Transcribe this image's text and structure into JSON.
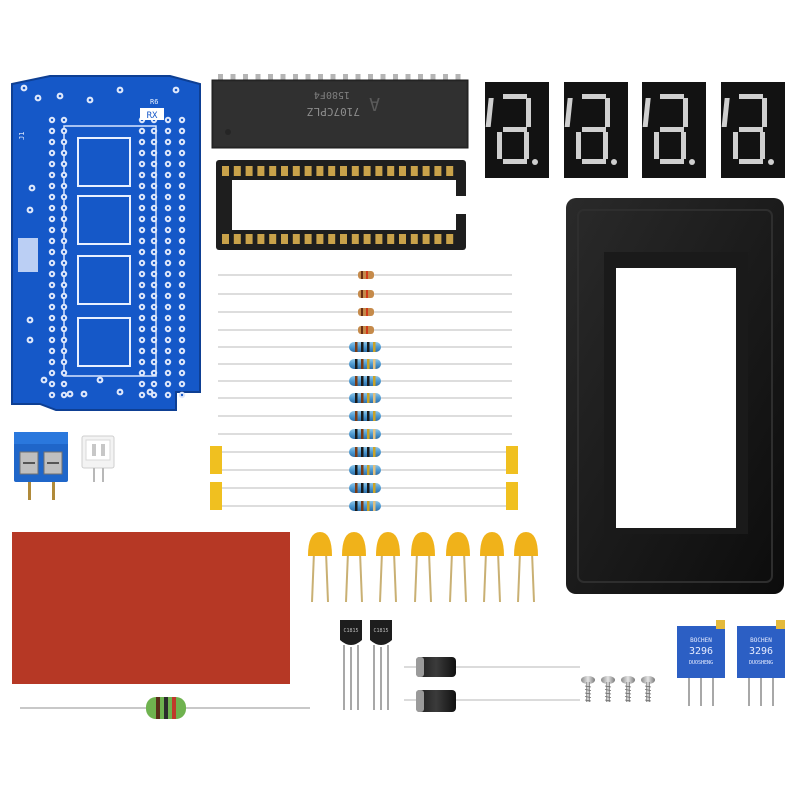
{
  "image": {
    "subject": "electronic DIY kit components on white background",
    "background_color": "#ffffff"
  },
  "pcb": {
    "label_rx": "RX",
    "board_color": "#1558c8",
    "mark_j": "J1",
    "mark_r": "R6"
  },
  "ic_chip": {
    "marking_line1": "7107CPLZ",
    "marking_line2": "1580F4",
    "logo": "A"
  },
  "seven_segment": {
    "count": 4,
    "segment_color": "#cfcfcf"
  },
  "trimpots": {
    "brand": "BOCHEN",
    "model": "3296",
    "code": "DUOSHENG"
  },
  "transistors": {
    "marking": "C1815"
  },
  "colors": {
    "pcb_blue": "#1558c8",
    "bezel_black": "#141414",
    "filter_red": "#b3301d",
    "capacitor_yellow": "#f0b21a",
    "trimpot_blue": "#2c5fc4"
  }
}
